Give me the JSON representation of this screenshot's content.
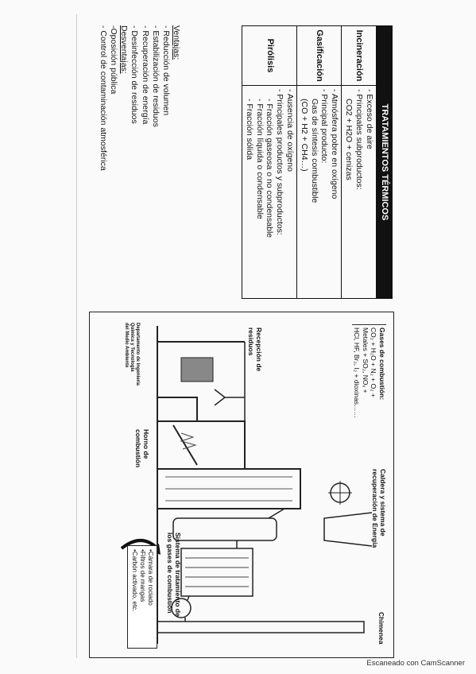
{
  "table": {
    "title": "TRATAMIENTOS TÉRMICOS",
    "rows": [
      {
        "label": "Incineración",
        "lines": [
          "- Exceso de aire",
          "- Principales subproductos:",
          "CO2 + H2O + cenizas"
        ]
      },
      {
        "label": "Gasificación",
        "lines": [
          "- Atmósfera pobre en oxígeno",
          "- Principal producto:",
          "Gas de síntesis combustible",
          "(CO + H2 + CH4…)"
        ]
      },
      {
        "label": "Pirólisis",
        "lines": [
          "- Ausencia de oxígeno",
          "- Principales productos y subproductos:",
          "- Fracción gaseosa o no condensable",
          "- Fracción líquida o condensable",
          "- Fracción sólida"
        ]
      }
    ]
  },
  "notes": {
    "ventajas_title": "Ventajas:",
    "ventajas": [
      "- Reducción de volumen",
      "- Estabilización de residuos",
      "- Recuperación de energía",
      "- Desinfección de residuos"
    ],
    "desventajas_title": "Desventajas:",
    "desventajas": [
      "-Oposición pública",
      "- Control de contaminación atmosférica"
    ]
  },
  "diagram": {
    "gas_title": "Gases de combustión:",
    "gas_lines": [
      "CO₂ + H₂O + N₂ + O₂ +",
      "Metales + SO₂, NOₓ +",
      "HCl, HF, Br₂, I₂ + dioxinas……"
    ],
    "caldera": "Caldera y sistema de recuperación de Energía",
    "chimenea": "Chimenea",
    "recepcion": "Recepción de residuos",
    "horno": "Horno de combustión",
    "sistema": "Sistema de tratamiento de los gases de combustión",
    "options": [
      "•Cámara de rociado",
      "•Filtros de mangas",
      "•Carbón activado, etc."
    ],
    "dept": [
      "Departamento de Ingeniería",
      "Química y Tecnología",
      "del Medio Ambiente"
    ]
  },
  "footer": "Escaneado con CamScanner"
}
